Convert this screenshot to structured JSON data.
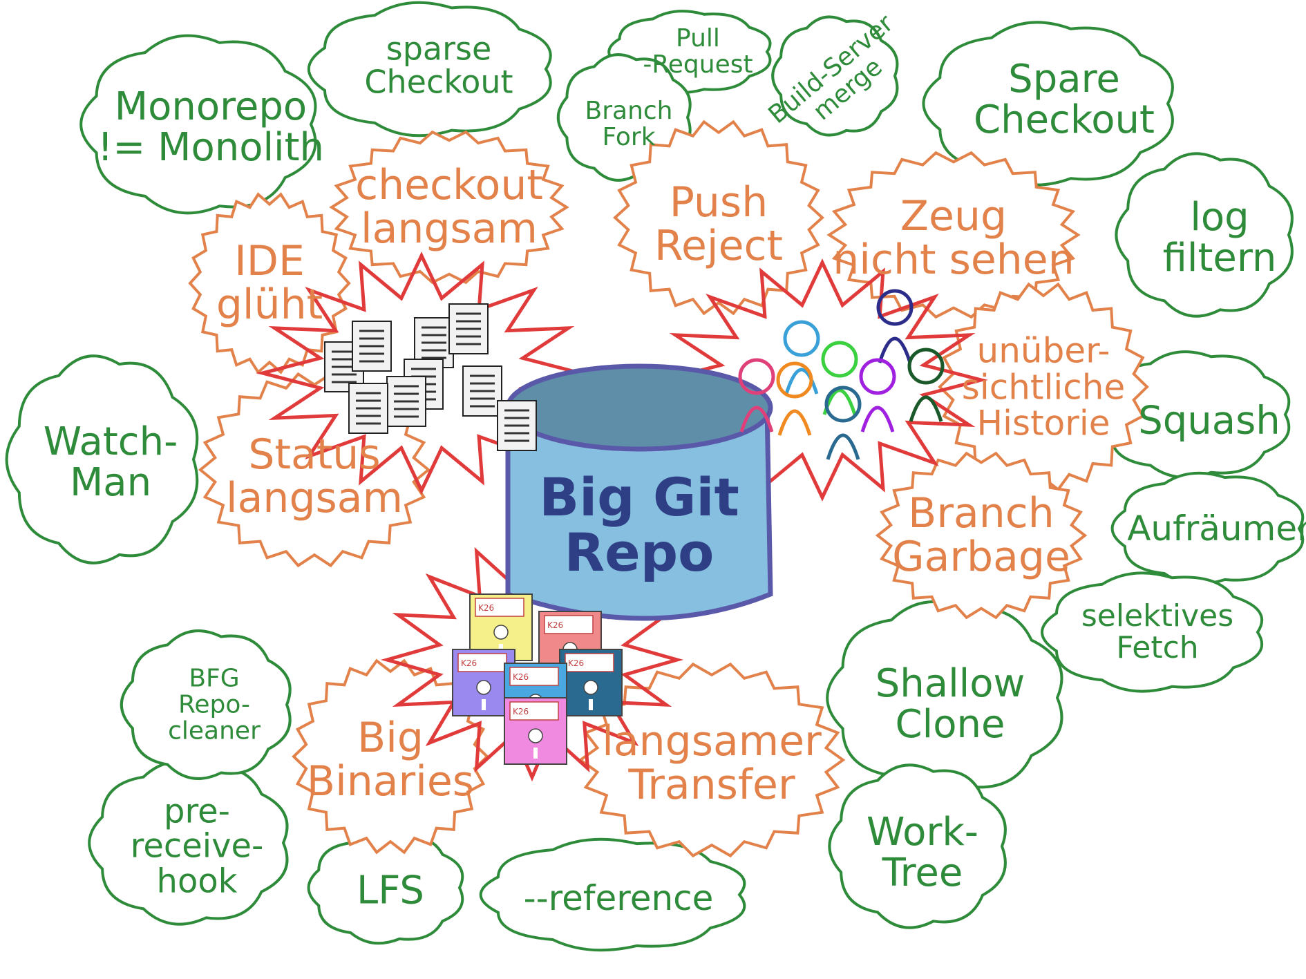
{
  "center": {
    "title": "Big Git\nRepo"
  },
  "problems": {
    "ide": "IDE\nglüht",
    "checkout": "checkout\nlangsam",
    "push": "Push\nReject",
    "zeug": "Zeug\nnicht sehen",
    "historie": "unüber-\nsichtliche\nHistorie",
    "garbage": "Branch\nGarbage",
    "status": "Status\nlangsam",
    "binaries": "Big\nBinaries",
    "transfer": "langsamer\nTransfer"
  },
  "solutions": {
    "monorepo": "Monorepo\n!= Monolith",
    "sparse": "sparse\nCheckout",
    "pullrequest": "Pull\n-Request",
    "branchfork": "Branch\nFork",
    "buildserver": "Build-Server\nmerge",
    "spare": "Spare\nCheckout",
    "logfiltern": "log\nfiltern",
    "squash": "Squash",
    "aufraeumen": "Aufräumen",
    "selektiv": "selektives\nFetch",
    "shallow": "Shallow\nClone",
    "worktree": "Work-\nTree",
    "reference": "--reference",
    "lfs": "LFS",
    "prereceive": "pre-\nreceive-\nhook",
    "bfg": "BFG\nRepo-\ncleaner",
    "watchman": "Watch-\nMan"
  },
  "floppy_label": "K26",
  "colors": {
    "green": "#2e8b3a",
    "orange": "#e2824a",
    "red": "#e03a3a",
    "repo_top": "#5f8fa8",
    "repo_body": "#86bfe0",
    "repo_stroke": "#5a58a8"
  }
}
